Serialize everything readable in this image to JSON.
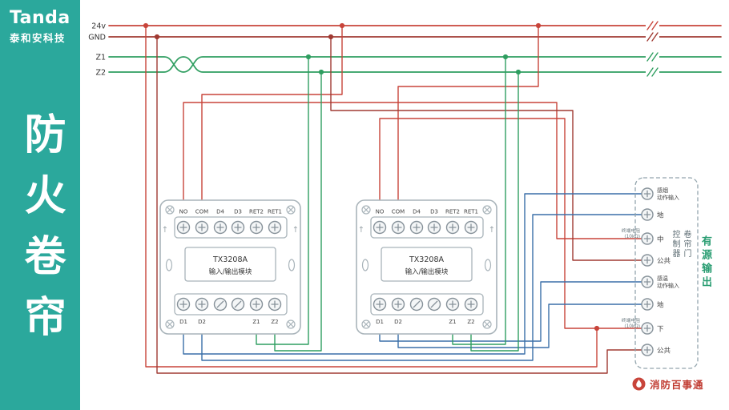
{
  "sidebar": {
    "brand": "Tanda",
    "brand_sub": "泰和安科技",
    "vertical_title": "防火卷帘"
  },
  "bus": {
    "labels": [
      "24v",
      "GND",
      "Z1",
      "Z2"
    ]
  },
  "icons": {
    "up_arrow": "↑"
  },
  "modules": [
    {
      "model": "TX3208A",
      "type_label": "输入/输出模块",
      "top_terminals": [
        "NO",
        "COM",
        "D4",
        "D3",
        "RET2",
        "RET1"
      ],
      "bottom_terminals": [
        "D1",
        "D2",
        "",
        "",
        "Z1",
        "Z2"
      ]
    },
    {
      "model": "TX3208A",
      "type_label": "输入/输出模块",
      "top_terminals": [
        "NO",
        "COM",
        "D4",
        "D3",
        "RET2",
        "RET1"
      ],
      "bottom_terminals": [
        "D1",
        "D2",
        "",
        "",
        "Z1",
        "Z2"
      ]
    }
  ],
  "controller": {
    "name_vertical": "卷帘门控制器",
    "output_vertical": "有源输出",
    "resistor_note_line1": "终端电阻",
    "resistor_note_line2": "(10kΩ)",
    "terminals": [
      {
        "l1": "感烟",
        "l2": "动作输入"
      },
      {
        "l1": "地",
        "l2": ""
      },
      {
        "l1": "中",
        "l2": ""
      },
      {
        "l1": "公共",
        "l2": ""
      },
      {
        "l1": "感温",
        "l2": "动作输入"
      },
      {
        "l1": "地",
        "l2": ""
      },
      {
        "l1": "下",
        "l2": ""
      },
      {
        "l1": "公共",
        "l2": ""
      }
    ]
  },
  "footer": {
    "logo_text": "消防百事通"
  },
  "colors": {
    "teal": "#2BA89C",
    "wire_red": "#C8443A",
    "wire_dark_red": "#A03A32",
    "wire_green": "#2F9E60",
    "wire_blue": "#3A6FA8",
    "module_gray": "#A9B4BA"
  }
}
